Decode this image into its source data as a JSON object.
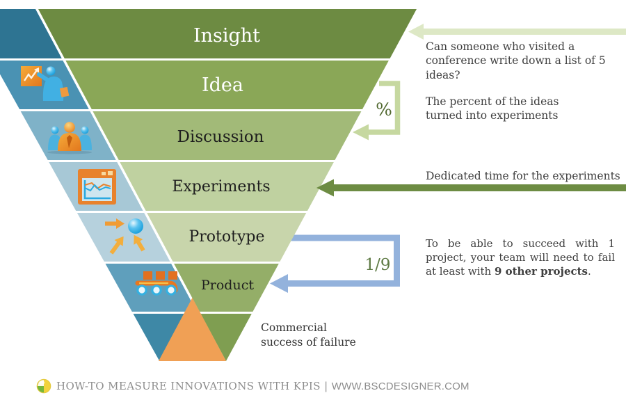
{
  "funnel": {
    "stages": [
      {
        "label": "Insight"
      },
      {
        "label": "Idea"
      },
      {
        "label": "Discussion"
      },
      {
        "label": "Experiments"
      },
      {
        "label": "Prototype"
      },
      {
        "label": "Product"
      }
    ],
    "tip_label": "Commercial success of failure"
  },
  "annotations": {
    "insight_note": "Can someone who visited a conference write down a list of 5 ideas?",
    "percent_symbol": "%",
    "percent_note": "The percent of the ideas turned into experiments",
    "experiments_note": "Dedicated time for the experiments",
    "ratio_label": "1/9",
    "ratio_note": {
      "pre": "To be able to succeed with 1 project, your team will need to fail at least with ",
      "bold": "9 other projects",
      "post": "."
    }
  },
  "footer": {
    "title": "HOW-TO MEASURE INNOVATIONS WITH KPIS",
    "separator": " | ",
    "site": "WWW.BSCDESIGNER.COM"
  },
  "colors": {
    "stage_greens": [
      "#6d8b42",
      "#8aa757",
      "#a2ba78",
      "#bfd1a0",
      "#c8d5ab",
      "#94ae68",
      "#7f9e51"
    ],
    "stage_blues": [
      "#2e7492",
      "#4a92b3",
      "#7fb2c8",
      "#a7c8d6",
      "#b6d1dd",
      "#5f9fbc",
      "#3e88a6"
    ],
    "tip_orange": "#f0a055",
    "arrow_light_green": "#dde8c5",
    "arrow_mid_green": "#c6d8a0",
    "arrow_dark_green": "#6d8c43",
    "arrow_blue": "#93b2dc",
    "note_text": "#3f3f3f",
    "footer_text": "#8d8d8d"
  }
}
